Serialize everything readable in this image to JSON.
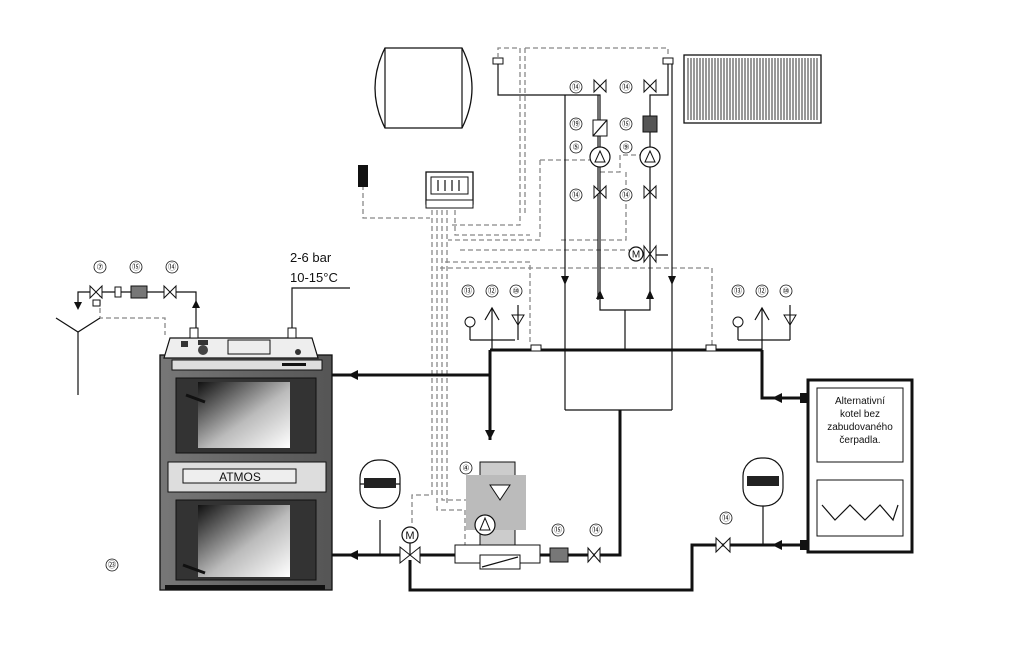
{
  "boiler": {
    "brand": "ATMOS"
  },
  "supply_spec": {
    "pressure": "2-6 bar",
    "temperature": "10-15°C"
  },
  "alt_boiler": {
    "lines": [
      "Alternativní",
      "kotel bez",
      "zabudovaného",
      "čerpadla."
    ]
  },
  "labels": {
    "n4": "④",
    "n5": "⑤",
    "n7": "⑦",
    "n9": "⑨",
    "n10": "⑩",
    "n12": "⑫",
    "n13": "⑬",
    "n14": "⑭",
    "n15": "⑮",
    "n19": "⑲",
    "n23": "㉓"
  },
  "valve_motor": "M"
}
